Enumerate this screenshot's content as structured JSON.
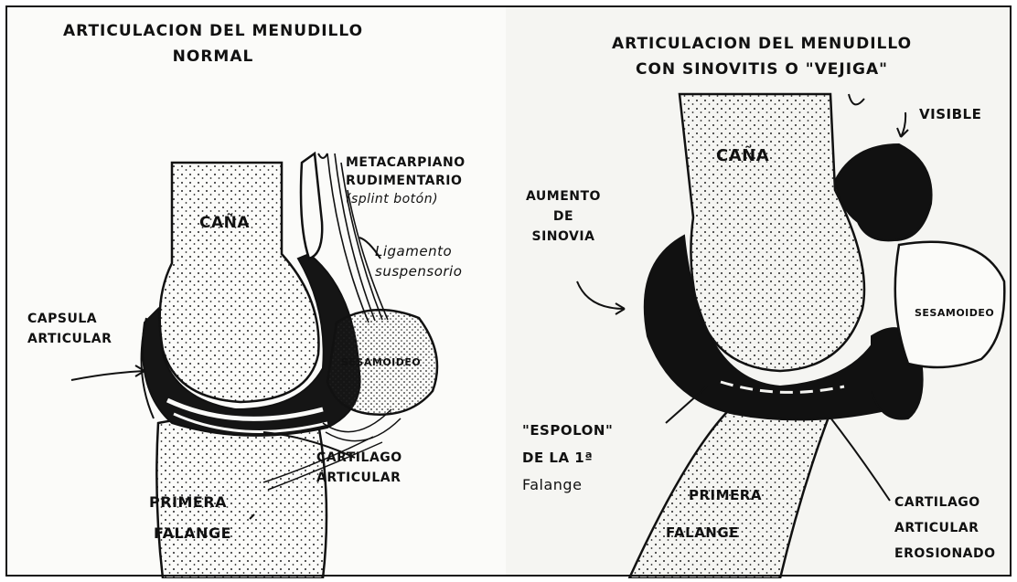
{
  "left_diagram": {
    "title_line1": "ARTICULACION DEL MENUDILLO",
    "title_line2": "NORMAL",
    "labels": {
      "cana": "CAÑA",
      "metacarpiano_line1": "METACARPIANO",
      "metacarpiano_line2": "RUDIMENTARIO",
      "metacarpiano_line3": "(splint botón)",
      "ligamento_line1": "Ligamento",
      "ligamento_line2": "suspensorio",
      "capsula_line1": "CAPSULA",
      "capsula_line2": "ARTICULAR",
      "sesamoideo": "SESAMOIDEO",
      "cartilago_line1": "CARTILAGO",
      "cartilago_line2": "ARTICULAR",
      "primera": "PRIMERA",
      "falange": "FALANGE"
    }
  },
  "right_diagram": {
    "title_line1": "ARTICULACION DEL MENUDILLO",
    "title_line2": "CON SINOVITIS O \"VEJIGA\"",
    "labels": {
      "cana": "CAÑA",
      "visible": "VISIBLE",
      "aumento_line1": "AUMENTO",
      "aumento_line2": "DE",
      "aumento_line3": "SINOVIA",
      "sesamoideo": "SESAMOIDEO",
      "espolon_line1": "\"ESPOLON\"",
      "espolon_line2": "DE LA 1ª",
      "espolon_line3": "Falange",
      "primera": "PRIMERA",
      "falange": "FALANGE",
      "cartilago_line1": "CARTILAGO",
      "cartilago_line2": "ARTICULAR",
      "cartilago_line3": "EROSIONADO"
    }
  }
}
